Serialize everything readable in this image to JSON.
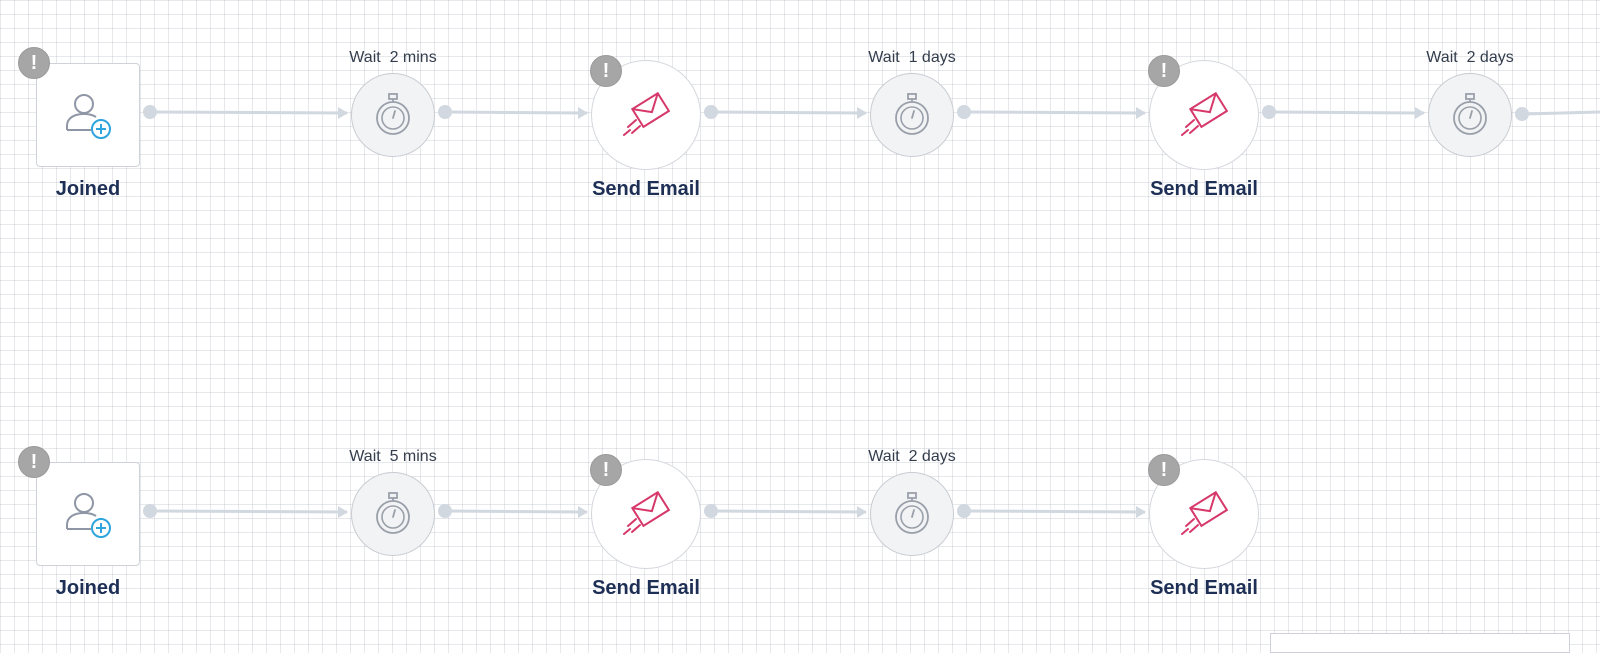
{
  "colors": {
    "connector": "#d2d8e0",
    "email_icon": "#d6386a",
    "trigger_icon_person": "#8f97a6",
    "trigger_icon_plus": "#2ea5dc",
    "timer_icon": "#9aa0aa",
    "label_text": "#1e2f55",
    "warning_badge": "#a6a6a6"
  },
  "icons": {
    "trigger": "user-add-icon",
    "email": "send-email-icon",
    "wait": "stopwatch-icon",
    "warning": "warning-icon"
  },
  "flows": [
    {
      "nodes": [
        {
          "type": "trigger",
          "label": "Joined",
          "warning": "!"
        },
        {
          "type": "wait",
          "label": "Wait  2 mins"
        },
        {
          "type": "email",
          "label": "Send Email",
          "warning": "!"
        },
        {
          "type": "wait",
          "label": "Wait  1 days"
        },
        {
          "type": "email",
          "label": "Send Email",
          "warning": "!"
        },
        {
          "type": "wait",
          "label": "Wait  2 days"
        }
      ]
    },
    {
      "nodes": [
        {
          "type": "trigger",
          "label": "Joined",
          "warning": "!"
        },
        {
          "type": "wait",
          "label": "Wait  5 mins"
        },
        {
          "type": "email",
          "label": "Send Email",
          "warning": "!"
        },
        {
          "type": "wait",
          "label": "Wait  2 days"
        },
        {
          "type": "email",
          "label": "Send Email",
          "warning": "!"
        }
      ]
    }
  ]
}
